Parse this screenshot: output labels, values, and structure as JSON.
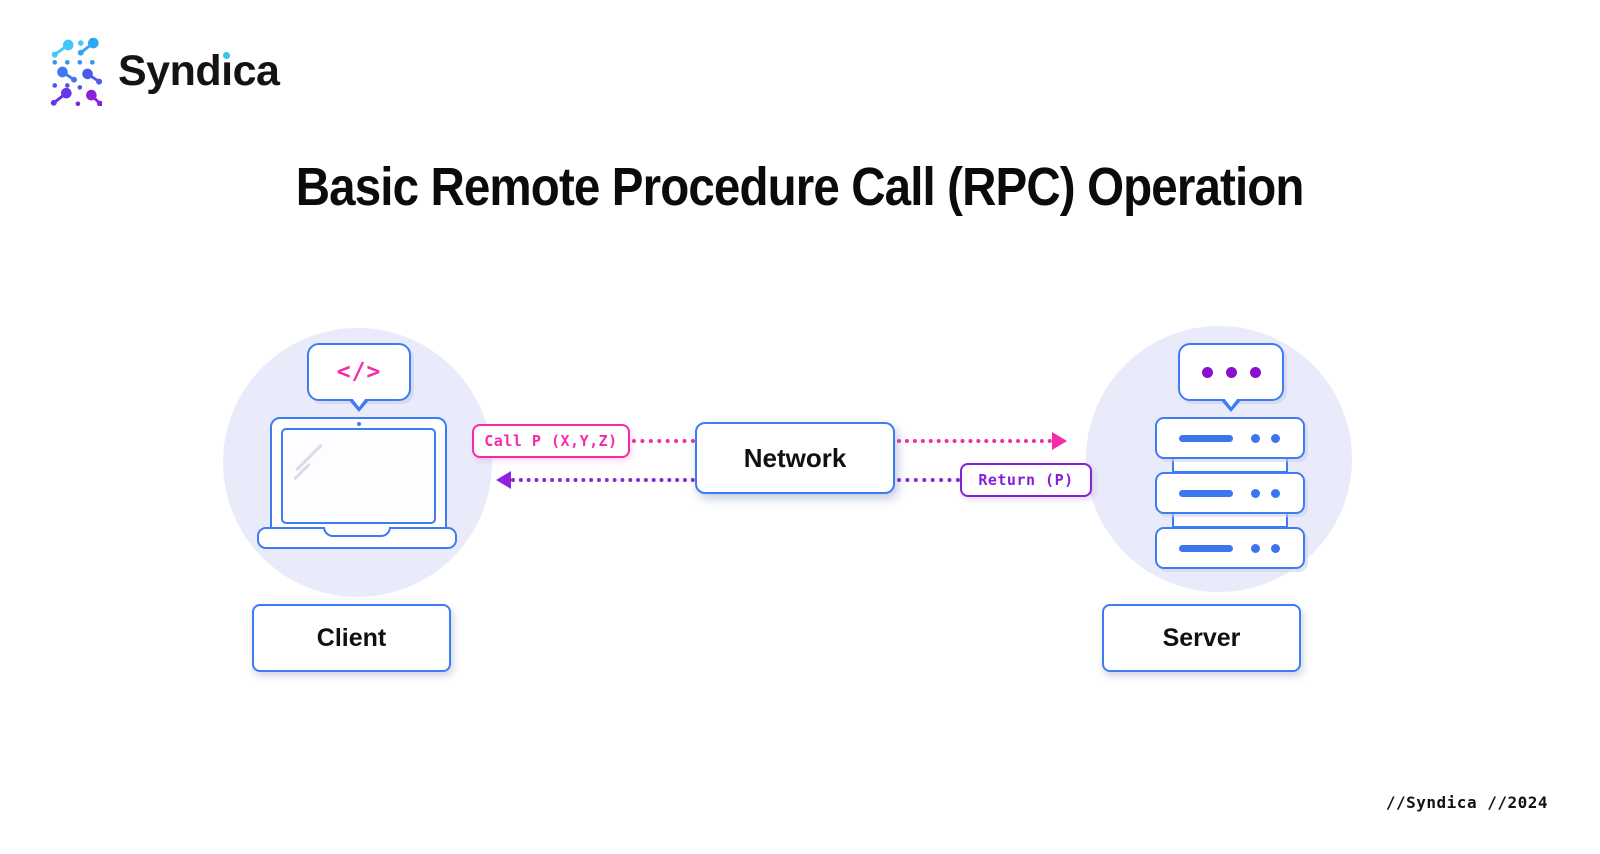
{
  "logo": {
    "text": "Syndica",
    "text_pre": "Synd",
    "text_i": "ı",
    "text_post": "ca"
  },
  "title": "Basic Remote Procedure Call (RPC) Operation",
  "diagram": {
    "client": {
      "label": "Client",
      "code_icon": "</>"
    },
    "network": {
      "label": "Network"
    },
    "server": {
      "label": "Server"
    },
    "call_message": "Call P (X,Y,Z)",
    "return_message": "Return (P)"
  },
  "footer": {
    "credit": "//Syndica //2024"
  },
  "colors": {
    "pink": "#F52BA8",
    "purple": "#8420DB",
    "blue": "#3D7CF4",
    "lavender": "#E9EBFB",
    "cyan": "#38C2F2",
    "server_blue": "#3B76EE"
  }
}
